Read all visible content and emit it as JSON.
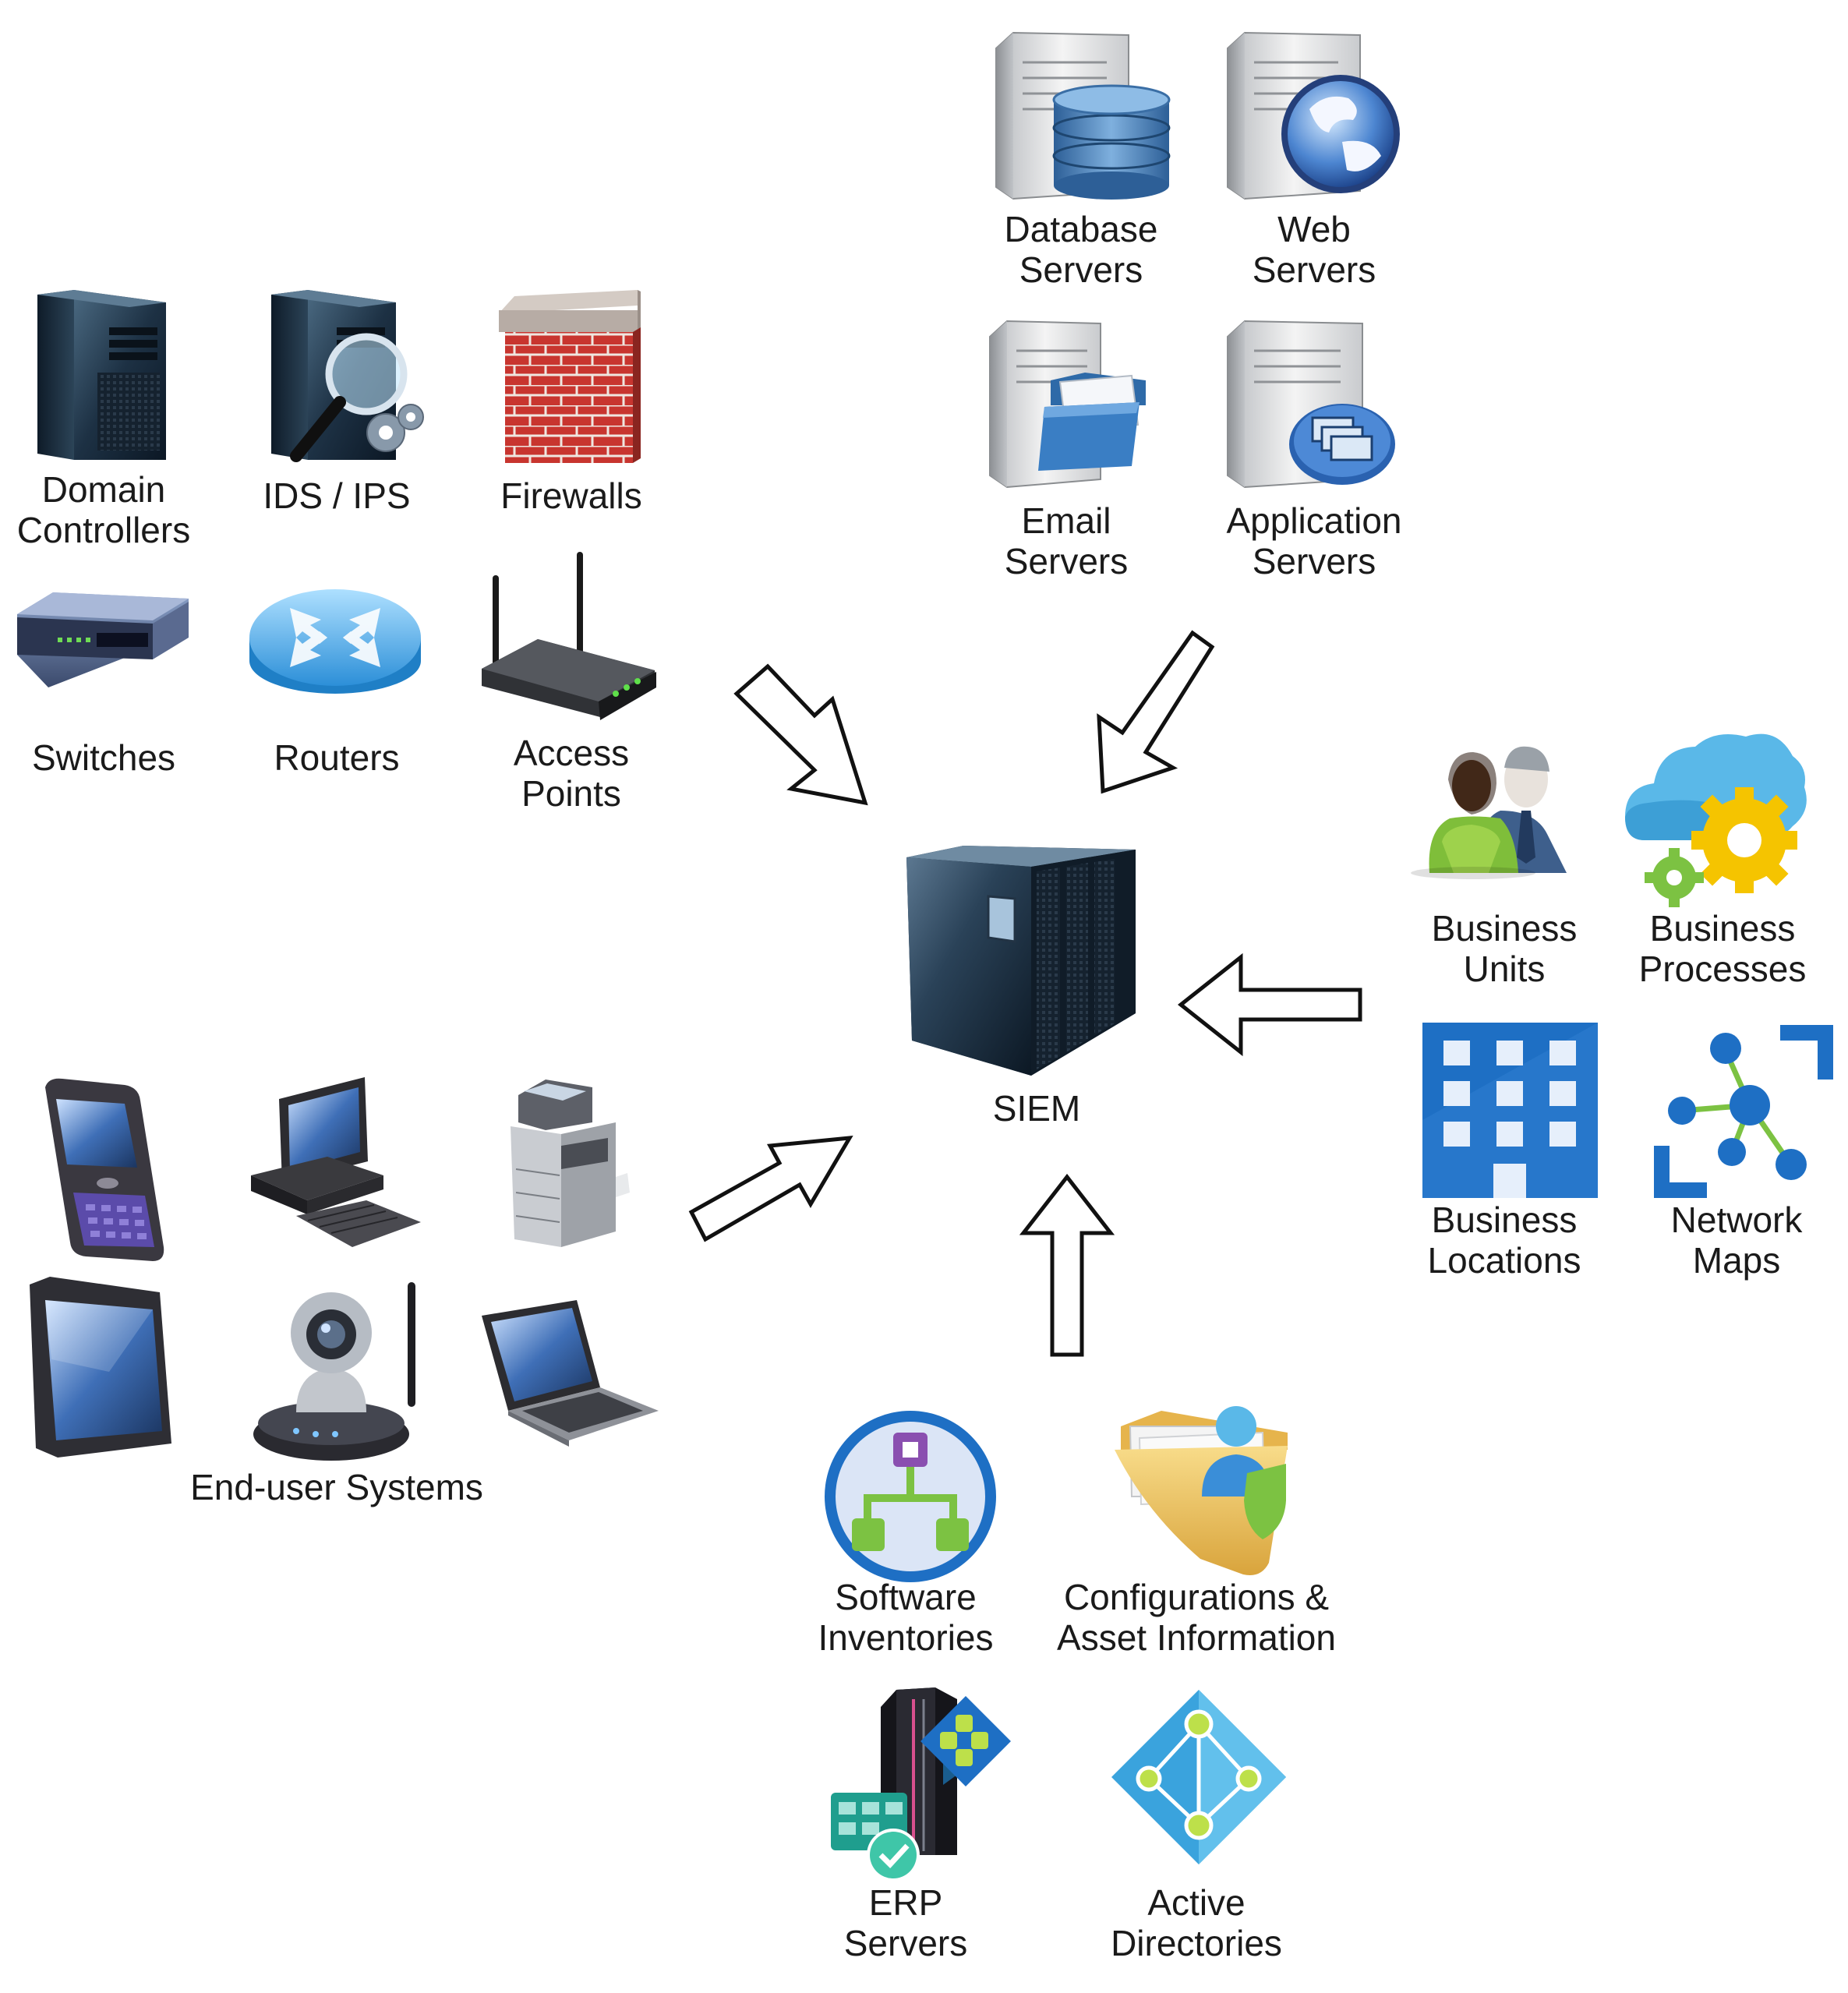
{
  "nodes": {
    "domain_controllers": [
      "Domain",
      "Controllers"
    ],
    "ids_ips": [
      "IDS / IPS"
    ],
    "firewalls": [
      "Firewalls"
    ],
    "switches": [
      "Switches"
    ],
    "routers": [
      "Routers"
    ],
    "access_points": [
      "Access",
      "Points"
    ],
    "database_servers": [
      "Database",
      "Servers"
    ],
    "web_servers": [
      "Web",
      "Servers"
    ],
    "email_servers": [
      "Email",
      "Servers"
    ],
    "application_servers": [
      "Application",
      "Servers"
    ],
    "siem": [
      "SIEM"
    ],
    "business_units": [
      "Business",
      "Units"
    ],
    "business_processes": [
      "Business",
      "Processes"
    ],
    "business_locations": [
      "Business",
      "Locations"
    ],
    "network_maps": [
      "Network",
      "Maps"
    ],
    "end_user_systems": [
      "End-user Systems"
    ],
    "software_inventories": [
      "Software",
      "Inventories"
    ],
    "configurations_asset_information": [
      "Configurations &",
      "Asset Information"
    ],
    "erp_servers": [
      "ERP",
      "Servers"
    ],
    "active_directories": [
      "Active",
      "Directories"
    ]
  },
  "icons": {
    "domain_controllers": "server-tower-icon",
    "ids_ips": "intrusion-detection-icon",
    "firewalls": "brick-firewall-icon",
    "switches": "network-switch-icon",
    "routers": "router-icon",
    "access_points": "wireless-access-point-icon",
    "database_servers": "database-server-icon",
    "web_servers": "web-server-icon",
    "email_servers": "email-server-icon",
    "application_servers": "application-server-icon",
    "siem": "siem-server-rack-icon",
    "business_units": "people-icon",
    "business_processes": "cloud-gears-icon",
    "business_locations": "office-building-icon",
    "network_maps": "network-map-icon",
    "software_inventories": "workflow-icon",
    "configurations_asset_information": "folder-user-icon",
    "erp_servers": "erp-server-icon",
    "active_directories": "active-directory-icon",
    "arrows": "hollow-arrow-icon"
  },
  "colors": {
    "arrow_stroke": "#111111",
    "brick": "#c8352f",
    "azure_blue": "#1e6fc4",
    "light_blue": "#5ab8e8",
    "green": "#7cc242",
    "yellow": "#f5c400"
  }
}
